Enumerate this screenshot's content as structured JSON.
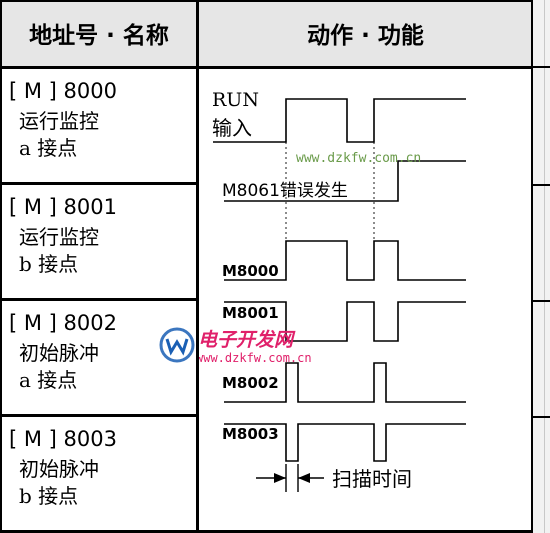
{
  "header": {
    "col1": "地址号 · 名称",
    "col2": "动作 · 功能"
  },
  "rows": [
    {
      "address": "[ M ] 8000",
      "name_line1": "运行监控",
      "name_line2": "a 接点"
    },
    {
      "address": "[ M ] 8001",
      "name_line1": "运行监控",
      "name_line2": "b 接点"
    },
    {
      "address": "[ M ] 8002",
      "name_line1": "初始脉冲",
      "name_line2": "a 接点"
    },
    {
      "address": "[ M ] 8003",
      "name_line1": "初始脉冲",
      "name_line2": "b 接点"
    }
  ],
  "diagram": {
    "run_label_line1": "RUN",
    "run_label_line2": "输入",
    "error_label": "M8061错误发生",
    "signals": [
      "M8000",
      "M8001",
      "M8002",
      "M8003"
    ],
    "scan_time_label": "扫描时间"
  },
  "watermark": {
    "url_top": "www.dzkfw.com.cn",
    "brand": "电子开发网",
    "url_bottom": "www.dzkfw.com.cn",
    "brand_color": "#e0206a",
    "logo_color": "#1a5fb4"
  }
}
